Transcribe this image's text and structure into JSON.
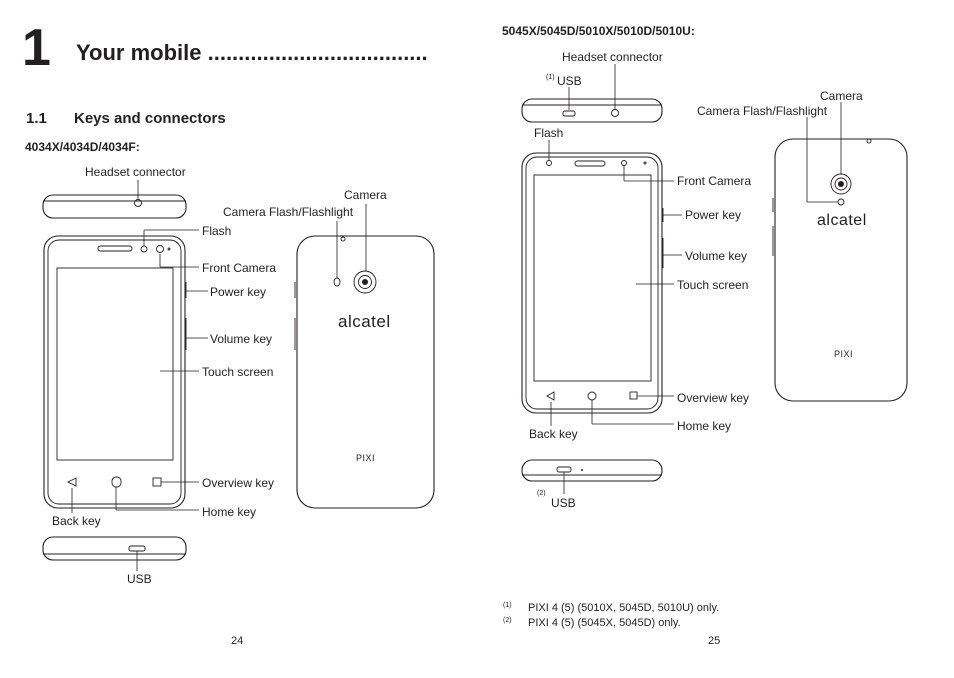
{
  "left_page": {
    "chapter_number": "1",
    "chapter_title": "Your mobile ....................................",
    "section_number": "1.1",
    "section_title": "Keys and connectors",
    "model_heading": "4034X/4034D/4034F:",
    "labels": {
      "headset_connector": "Headset connector",
      "camera": "Camera",
      "camera_flash": "Camera Flash/Flashlight",
      "flash": "Flash",
      "front_camera": "Front Camera",
      "power_key": "Power key",
      "volume_key": "Volume key",
      "touch_screen": "Touch screen",
      "overview_key": "Overview key",
      "home_key": "Home key",
      "back_key": "Back key",
      "usb": "USB"
    },
    "brand_logo": "alcatel",
    "model_name": "PIXI",
    "page_number": "24"
  },
  "right_page": {
    "model_heading": "5045X/5045D/5010X/5010D/5010U:",
    "labels": {
      "headset_connector": "Headset connector",
      "usb_top_sup": "(1)",
      "usb_top": "USB",
      "camera": "Camera",
      "camera_flash": "Camera Flash/Flashlight",
      "flash": "Flash",
      "front_camera": "Front Camera",
      "power_key": "Power key",
      "volume_key": "Volume key",
      "touch_screen": "Touch screen",
      "overview_key": "Overview key",
      "home_key": "Home key",
      "back_key": "Back key",
      "usb_bottom_sup": "(2)",
      "usb_bottom": "USB"
    },
    "brand_logo": "alcatel",
    "model_name": "PIXI",
    "footnotes": [
      {
        "marker": "(1)",
        "text": "PIXI 4 (5) (5010X, 5045D, 5010U) only."
      },
      {
        "marker": "(2)",
        "text": "PIXI 4 (5) (5045X, 5045D) only."
      }
    ],
    "page_number": "25"
  }
}
